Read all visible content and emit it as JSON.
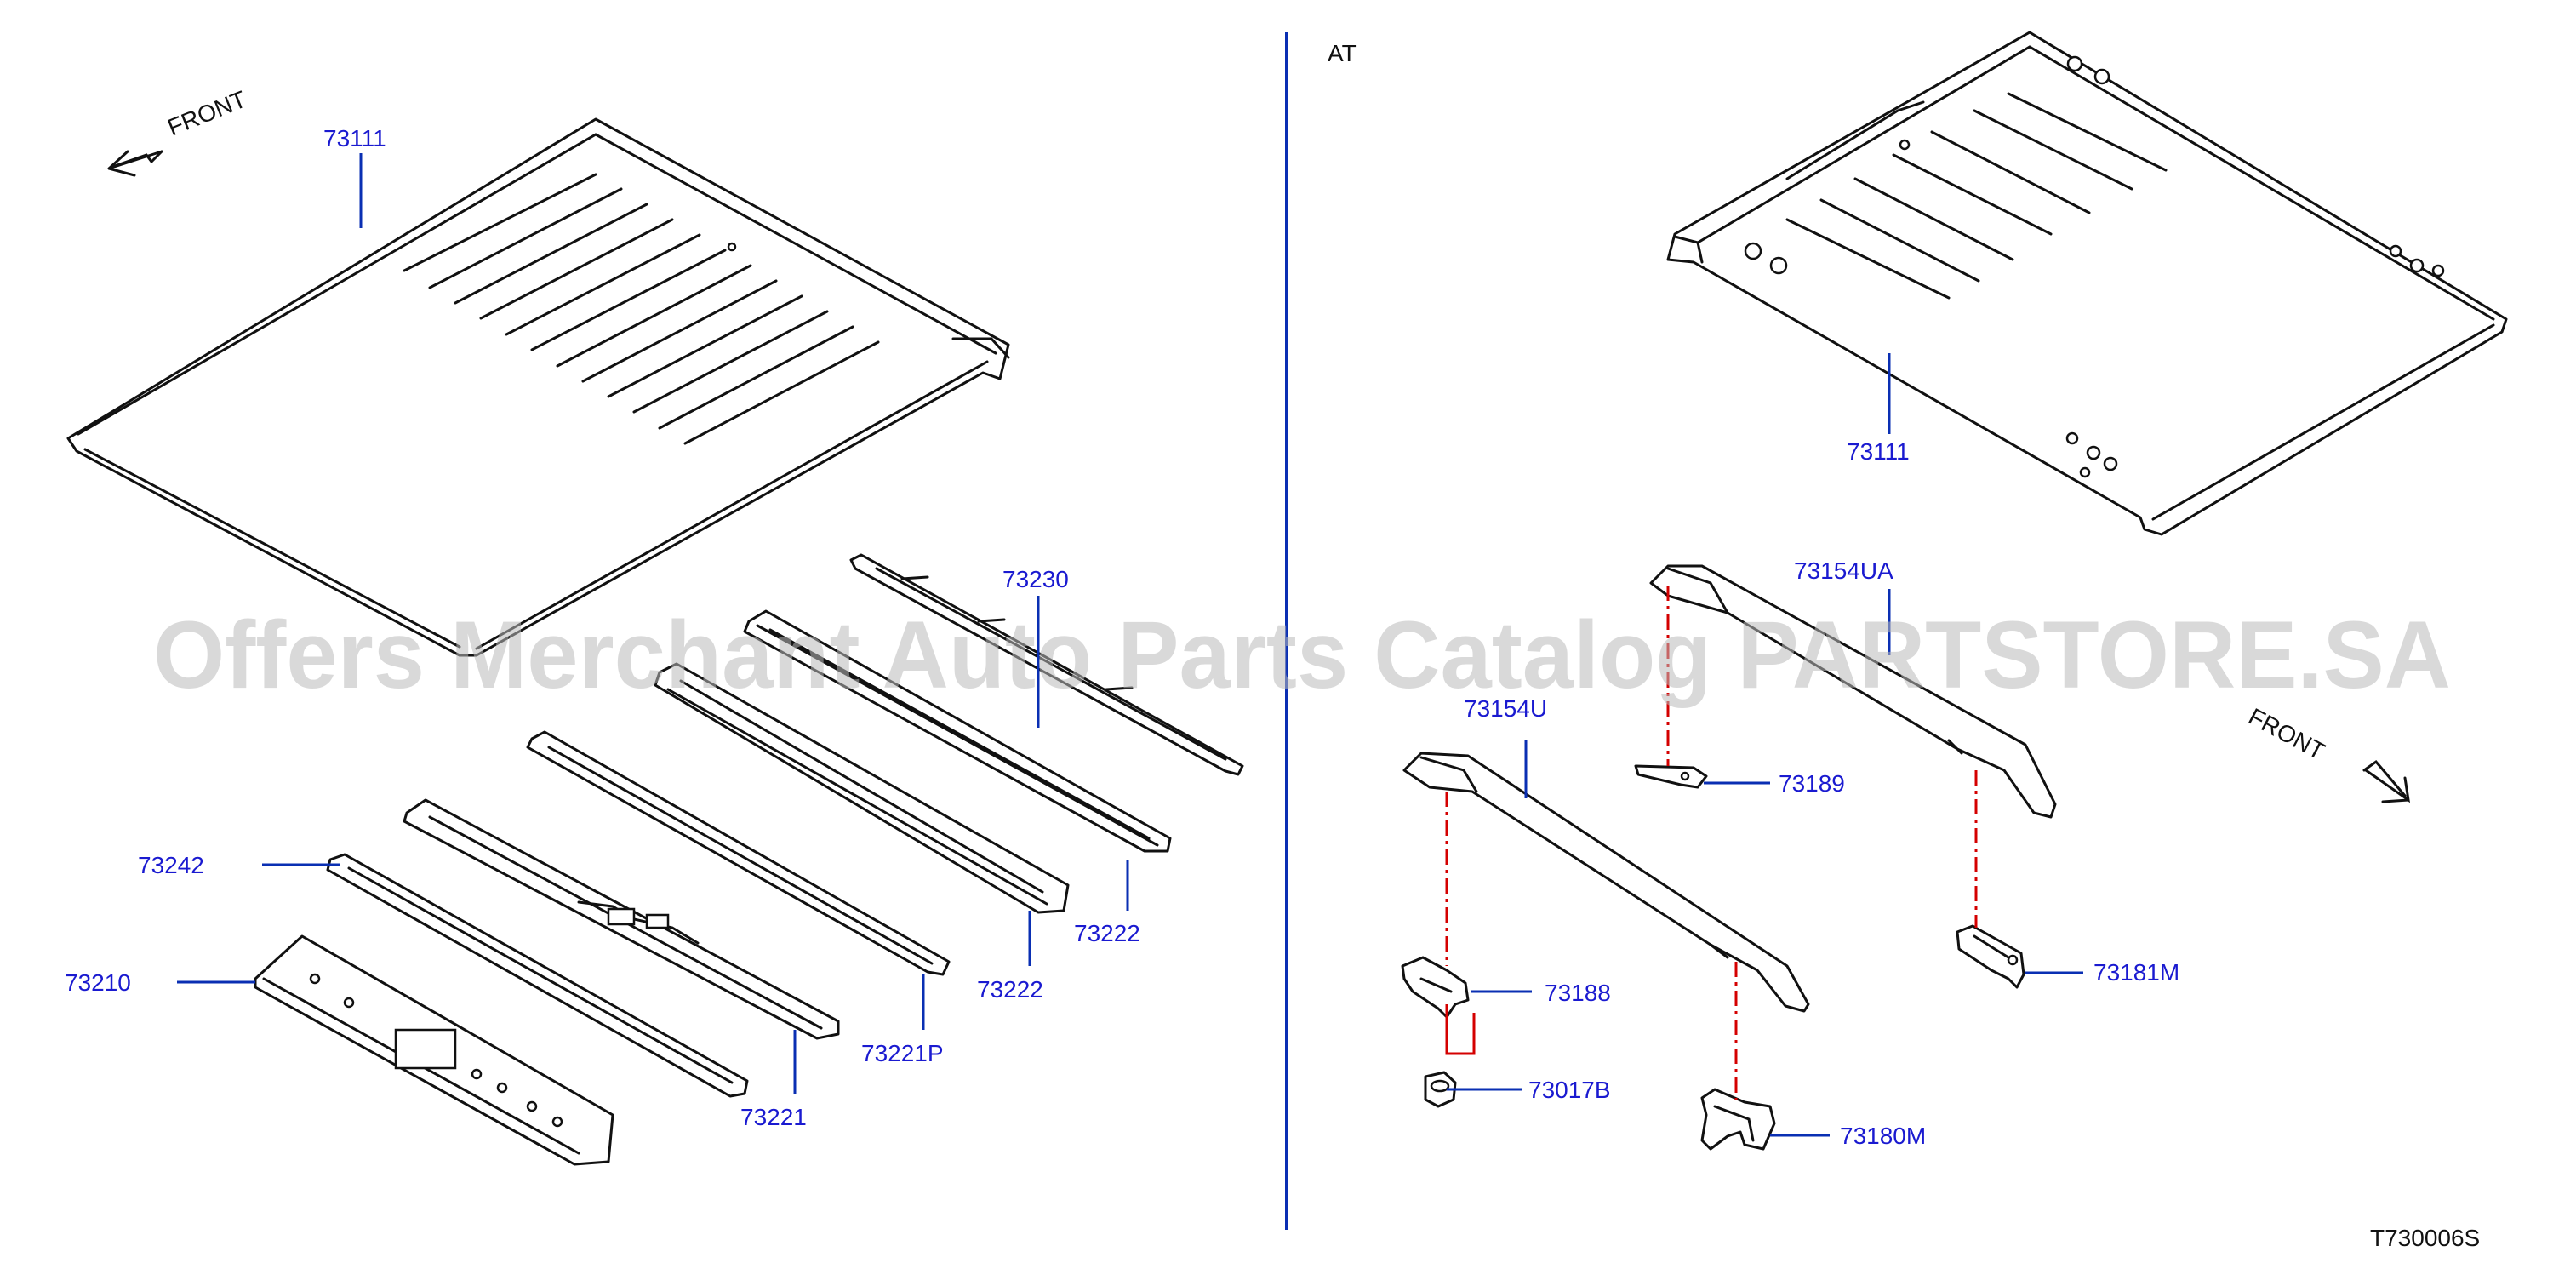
{
  "diagram": {
    "section_label": "AT",
    "drawing_code": "T730006S",
    "watermark": "Offers Merchant Auto Parts Catalog PARTSTORE.SA",
    "front_label_left": "FRONT",
    "front_label_right": "FRONT",
    "colors": {
      "label": "#1a1ad0",
      "leader": "#0a2fb3",
      "linework": "#111111",
      "center_line": "#d40000",
      "watermark": "#b9b9b9"
    }
  },
  "parts": {
    "roof_left": "73111",
    "roof_right": "73111",
    "rear_header": "73230",
    "bow_upper": "73222",
    "bow_mid": "73222",
    "bow_pillar": "73221P",
    "bow_front": "73221",
    "front_rail": "73242",
    "front_header": "73210",
    "rack_rail_right": "73154UA",
    "rack_rail_left": "73154U",
    "bracket_rear_right": "73189",
    "bracket_front_left": "73188",
    "nut": "73017B",
    "bracket_mid": "73180M",
    "bracket_rear": "73181M"
  }
}
